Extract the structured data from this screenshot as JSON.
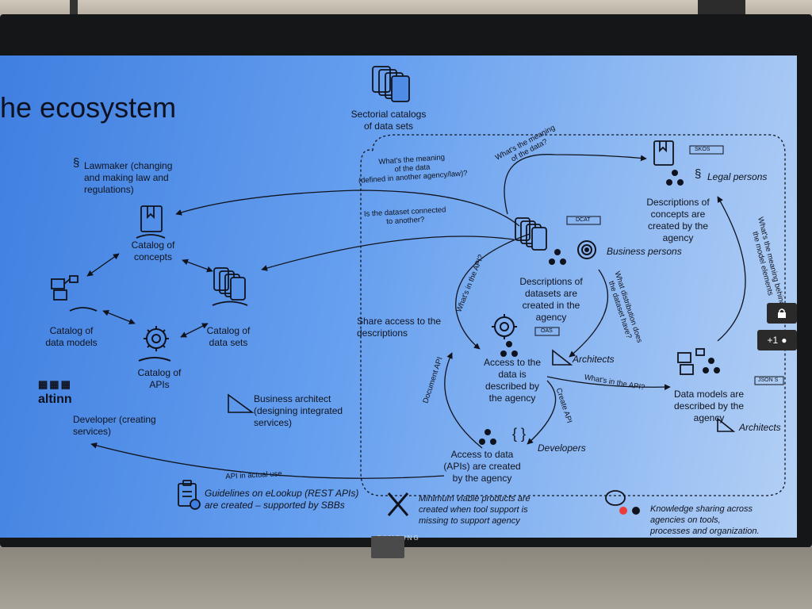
{
  "slide": {
    "title": "he ecosystem",
    "sectorial_catalogs": "Sectorial catalogs\nof data sets",
    "lawmaker": "Lawmaker (changing\nand making law and\nregulations)",
    "catalog_concepts": "Catalog of\nconcepts",
    "catalog_data_models": "Catalog of\ndata models",
    "catalog_apis": "Catalog of\nAPIs",
    "catalog_data_sets": "Catalog of\ndata sets",
    "altinn_logo": "altinn",
    "developer": "Developer (creating\nservices)",
    "business_architect": "Business architect\n(designing integrated\nservices)",
    "concepts_desc": "Descriptions of\nconcepts are\ncreated by the\nagency",
    "skos": "SKOS",
    "legal_persons": "Legal persons",
    "datasets_desc": "Descriptions of\ndatasets are\ncreated in the\nagency",
    "dcat": "DCAT",
    "business_persons": "Business persons",
    "access_data": "Access to the\ndata is\ndescribed by\nthe agency",
    "oas": "OAS",
    "architects_1": "Architects",
    "data_models_desc": "Data models are\ndescribed by the\nagency",
    "json_s": "JSON S",
    "architects_2": "Architects",
    "apis_created": "Access to data\n(APIs) are created\nby the agency",
    "developers": "Developers",
    "share_access": "Share access to the\ndescriptions"
  },
  "annotations": {
    "meaning_other_agency": "What's the meaning\nof the data\n(defined in another agency/law)?",
    "dataset_connected": "Is the dataset connected\nto another?",
    "meaning_of_data": "What's the meaning\nof the data?",
    "meaning_model": "What's the meaning behind\nthe model elements",
    "whats_in_api_left": "What's in the API?",
    "distribution": "What distribution does\nthe dataset have?",
    "document_api": "Document API",
    "create_api": "Create API",
    "whats_in_api_right": "What's in the API?",
    "api_actual_use": "API in actual use"
  },
  "legend": {
    "guidelines": "Guidelines on eLookup (REST APIs)\nare created – supported by SBBs",
    "mvp": "Minimum viable products are\ncreated when tool support is\nmissing to support agency",
    "knowledge": "Knowledge sharing across\nagencies on tools,\nprocesses and organization."
  },
  "monitor": {
    "brand": "SAMSUNG",
    "side_button": "+1"
  },
  "icons": {
    "section_sign": "§",
    "braces": "{ }"
  }
}
